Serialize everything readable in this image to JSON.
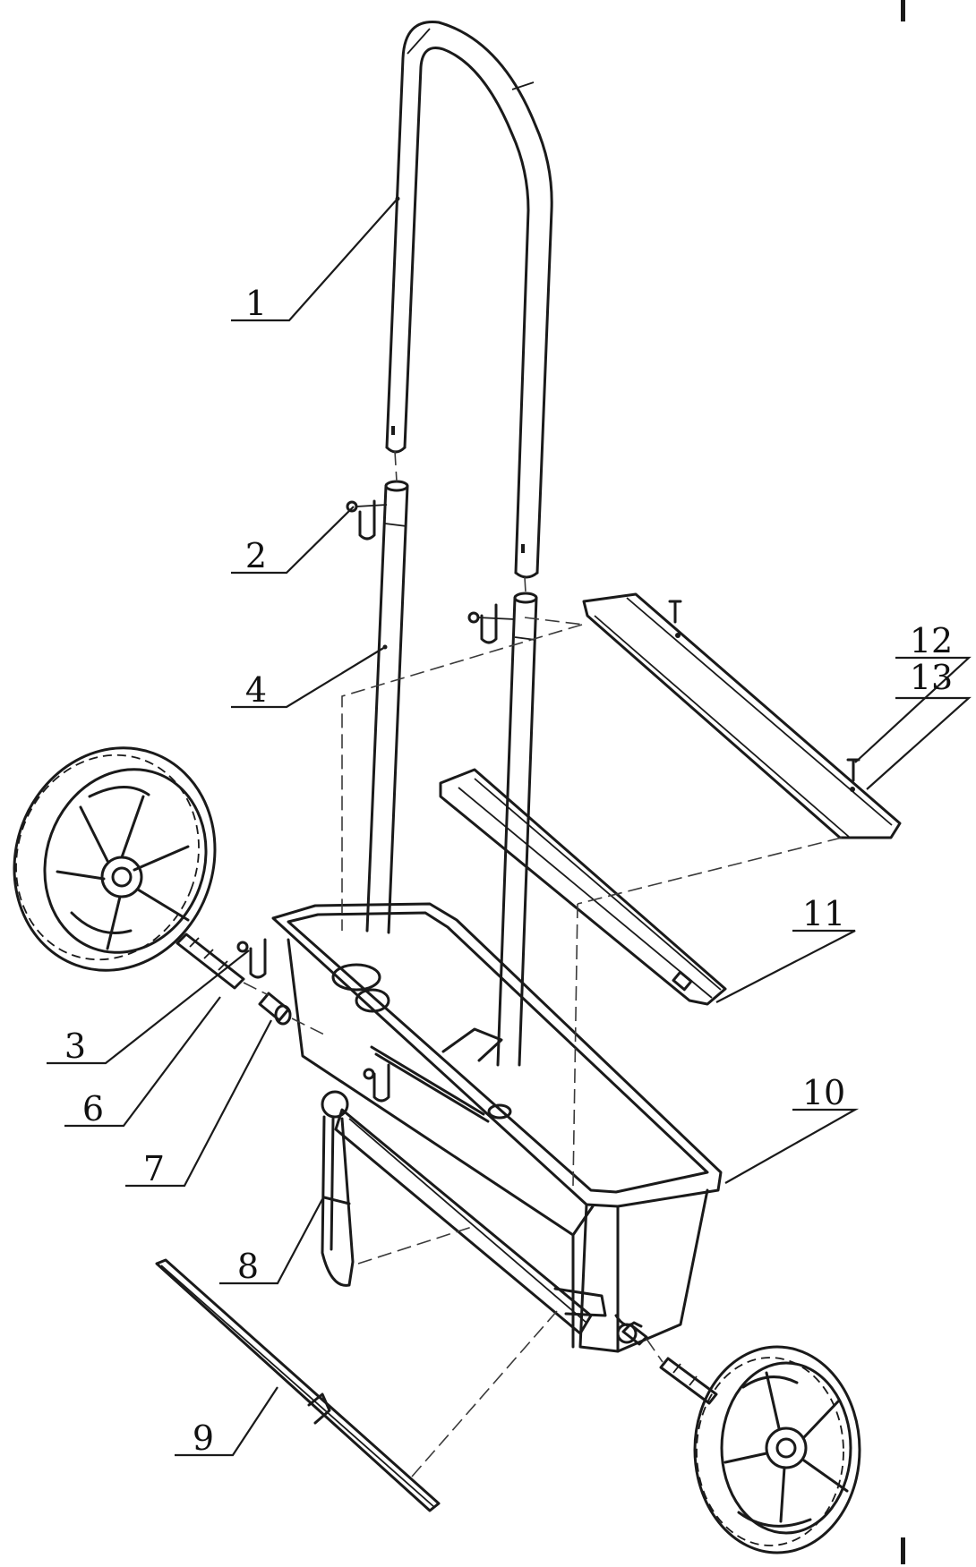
{
  "callouts": [
    {
      "id": "1",
      "label": "1"
    },
    {
      "id": "2",
      "label": "2"
    },
    {
      "id": "3",
      "label": "3"
    },
    {
      "id": "4",
      "label": "4"
    },
    {
      "id": "6",
      "label": "6"
    },
    {
      "id": "7",
      "label": "7"
    },
    {
      "id": "8",
      "label": "8"
    },
    {
      "id": "9",
      "label": "9"
    },
    {
      "id": "10",
      "label": "10"
    },
    {
      "id": "11",
      "label": "11"
    },
    {
      "id": "12",
      "label": "12"
    },
    {
      "id": "13",
      "label": "13"
    }
  ],
  "colors": {
    "line": "#1a1a1a",
    "background": "#ffffff"
  }
}
